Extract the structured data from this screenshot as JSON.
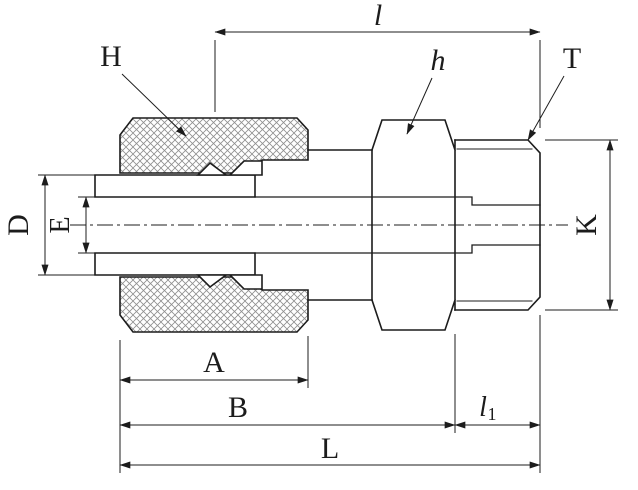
{
  "drawing": {
    "dimension_labels": {
      "l": "l",
      "H": "H",
      "h": "h",
      "T": "T",
      "D": "D",
      "E": "E",
      "K": "K",
      "A": "A",
      "B": "B",
      "l1_base": "l",
      "l1_sub": "1",
      "L": "L"
    },
    "colors": {
      "line": "#1c1c1c",
      "background": "#ffffff",
      "hatch": "#8f8f8f"
    }
  }
}
